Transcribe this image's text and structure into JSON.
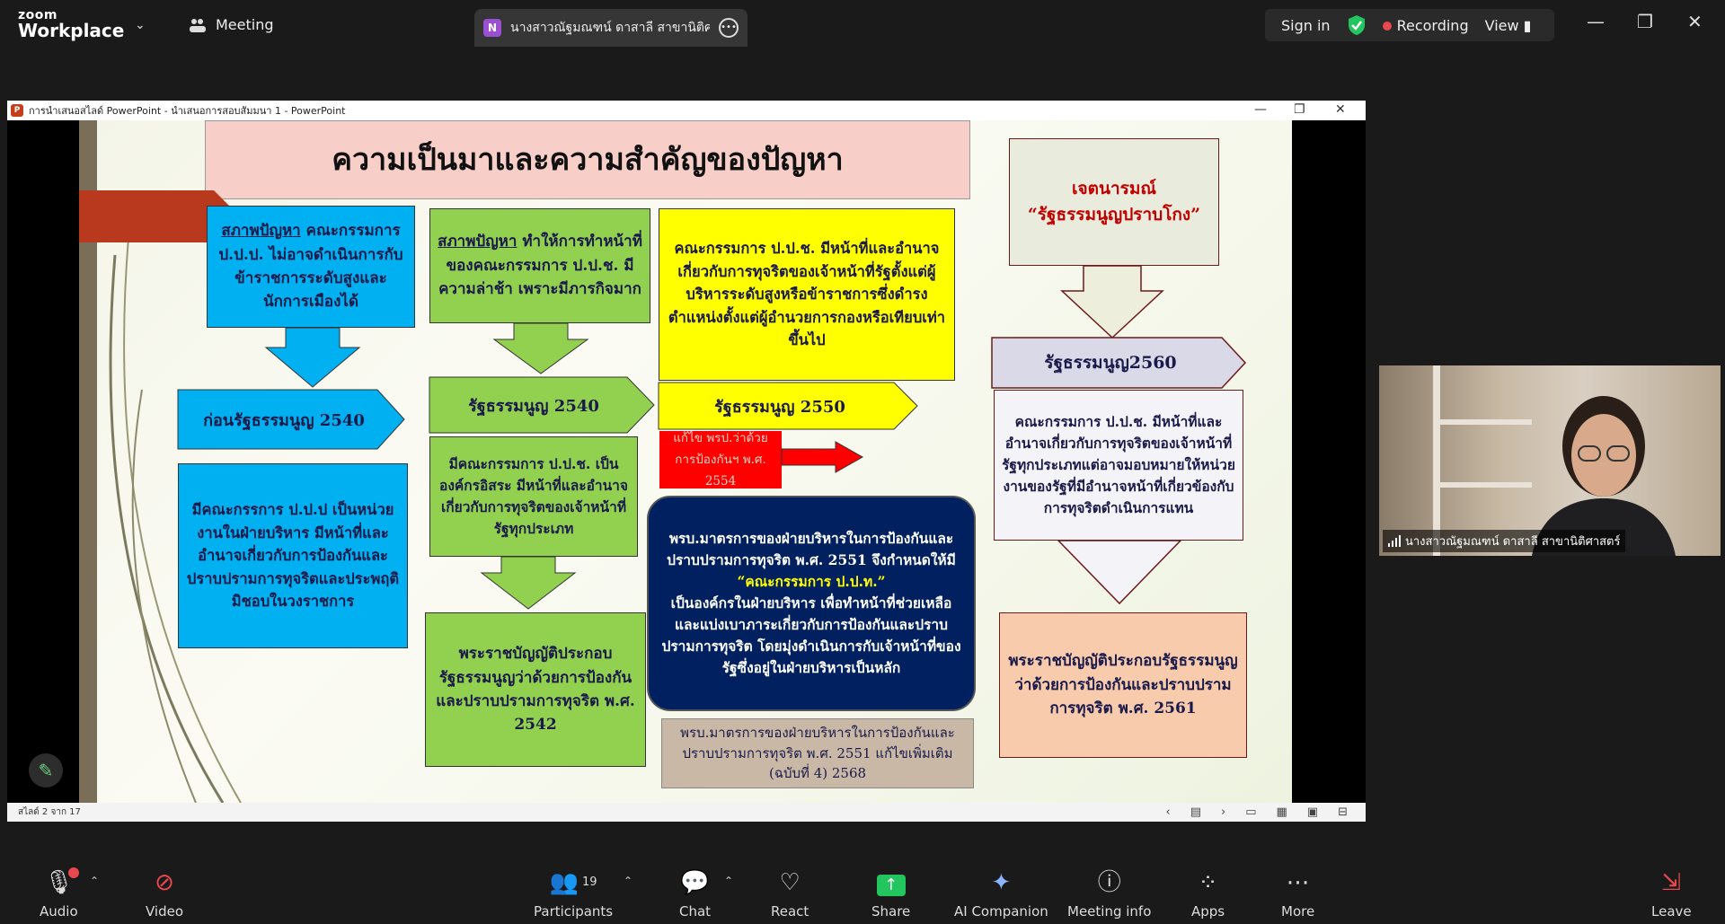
{
  "app": {
    "logo_top": "zoom",
    "logo_bottom": "Workplace"
  },
  "topbar": {
    "meeting_label": "Meeting",
    "share_badge": "N",
    "share_name": "นางสาวณัฐมณฑน์ ดาสาลี สาขานิติศาส",
    "sign_in": "Sign in",
    "recording": "Recording",
    "view": "View",
    "colors": {
      "recording_dot": "#e8484e",
      "shield": "#22c55e"
    }
  },
  "ppt": {
    "window_title": "การนำเสนอสไลด์ PowerPoint  -  นำเสนอการสอบสัมมนา 1 - PowerPoint",
    "status": "สไลด์ 2 จาก 17"
  },
  "slide": {
    "title": "ความเป็นมาและความสำคัญของปัญหา",
    "col1_problem_ul": "สภาพปัญหา",
    "col1_problem_rest": " คณะกรรมการ ป.ป.ป. ไม่อาจดำเนินการกับข้าราชการระดับสูงและนักการเมืองได้",
    "col1_label": "ก่อนรัฐธรรมนูญ 2540",
    "col1_desc": "มีคณะกรรการ ป.ป.ป เป็นหน่วยงานในฝ่ายบริหาร มีหน้าที่และอำนาจเกี่ยวกับการป้องกันและปราบปรามการทุจริตและประพฤติมิชอบในวงราชการ",
    "col2_problem_ul": "สภาพปัญหา",
    "col2_problem_rest": " ทำให้การทำหน้าที่ของคณะกรรมการ ป.ป.ช. มีความล่าช้า เพราะมีภารกิจมาก",
    "col2_label": "รัฐธรรมนูญ 2540",
    "col2_desc": "มีคณะกรรมการ ป.ป.ช. เป็นองค์กรอิสระ มีหน้าที่และอำนาจเกี่ยวกับการทุจริตของเจ้าหน้าที่รัฐทุกประเภท",
    "col2_law": "พระราชบัญญัติประกอบรัฐธรรมนูญว่าด้วยการป้องกันและปราบปรามการทุจริต พ.ศ. 2542",
    "col3_top": "คณะกรรมการ ป.ป.ช. มีหน้าที่และอำนาจเกี่ยวกับการทุจริตของเจ้าหน้าที่รัฐตั้งแต่ผู้บริหารระดับสูงหรือข้าราชการซึ่งดำรงตำแหน่งตั้งแต่ผู้อำนวยการกองหรือเทียบเท่าขึ้นไป",
    "col3_label": "รัฐธรรมนูญ 2550",
    "col3_red": "แก้ไข พรป.ว่าด้วยการป้องกันฯ พ.ศ. 2554",
    "col3_navy_1": "พรบ.มาตรการของฝ่ายบริหารในการป้องกันและปราบปรามการทุจริต พ.ศ. 2551 จึงกำหนดให้มี",
    "col3_navy_2": "“คณะกรรมการ ป.ป.ท.”",
    "col3_navy_3": "เป็นองค์กรในฝ่ายบริหาร เพื่อทำหน้าที่ช่วยเหลือและแบ่งเบาภาระเกี่ยวกับการป้องกันและปราบปรามการทุจริต โดยมุ่งดำเนินการกับเจ้าหน้าที่ของรัฐซึ่งอยู่ในฝ่ายบริหารเป็นหลัก",
    "col3_bottom": "พรบ.มาตรการของฝ่ายบริหารในการป้องกันและปราบปรามการทุจริต พ.ศ. 2551 แก้ไขเพิ่มเติม (ฉบับที่ 4) 2568",
    "col4_intent_1": "เจตนารมณ์",
    "col4_intent_2": "“รัฐธรรมนูญปราบโกง”",
    "col4_label": "รัฐธรรมนูญ2560",
    "col4_desc": "คณะกรรมการ ป.ป.ช. มีหน้าที่และอำนาจเกี่ยวกับการทุจริตของเจ้าหน้าที่รัฐทุกประเภทแต่อาจมอบหมายให้หน่วยงานของรัฐที่มีอำนาจหน้าที่เกี่ยวข้องกับการทุจริตดำเนินการแทน",
    "col4_law": "พระราชบัญญัติประกอบรัฐธรรมนูญว่าด้วยการป้องกันและปราบปรามการทุจริต พ.ศ. 2561",
    "colors": {
      "blue": "#00b0f0",
      "green": "#92d050",
      "yellow": "#ffff00",
      "red": "#ff0000",
      "navy": "#002060",
      "peach": "#f8cbad",
      "title_bg": "#f7cec8",
      "intent_text": "#c00000"
    }
  },
  "participant": {
    "name": "นางสาวณัฐมณฑน์ ดาสาลี สาขานิติศาสตร์"
  },
  "toolbar": {
    "audio": "Audio",
    "video": "Video",
    "participants": "Participants",
    "participants_count": "19",
    "chat": "Chat",
    "react": "React",
    "share": "Share",
    "ai_companion": "AI Companion",
    "meeting_info": "Meeting info",
    "apps": "Apps",
    "more": "More",
    "leave": "Leave"
  }
}
